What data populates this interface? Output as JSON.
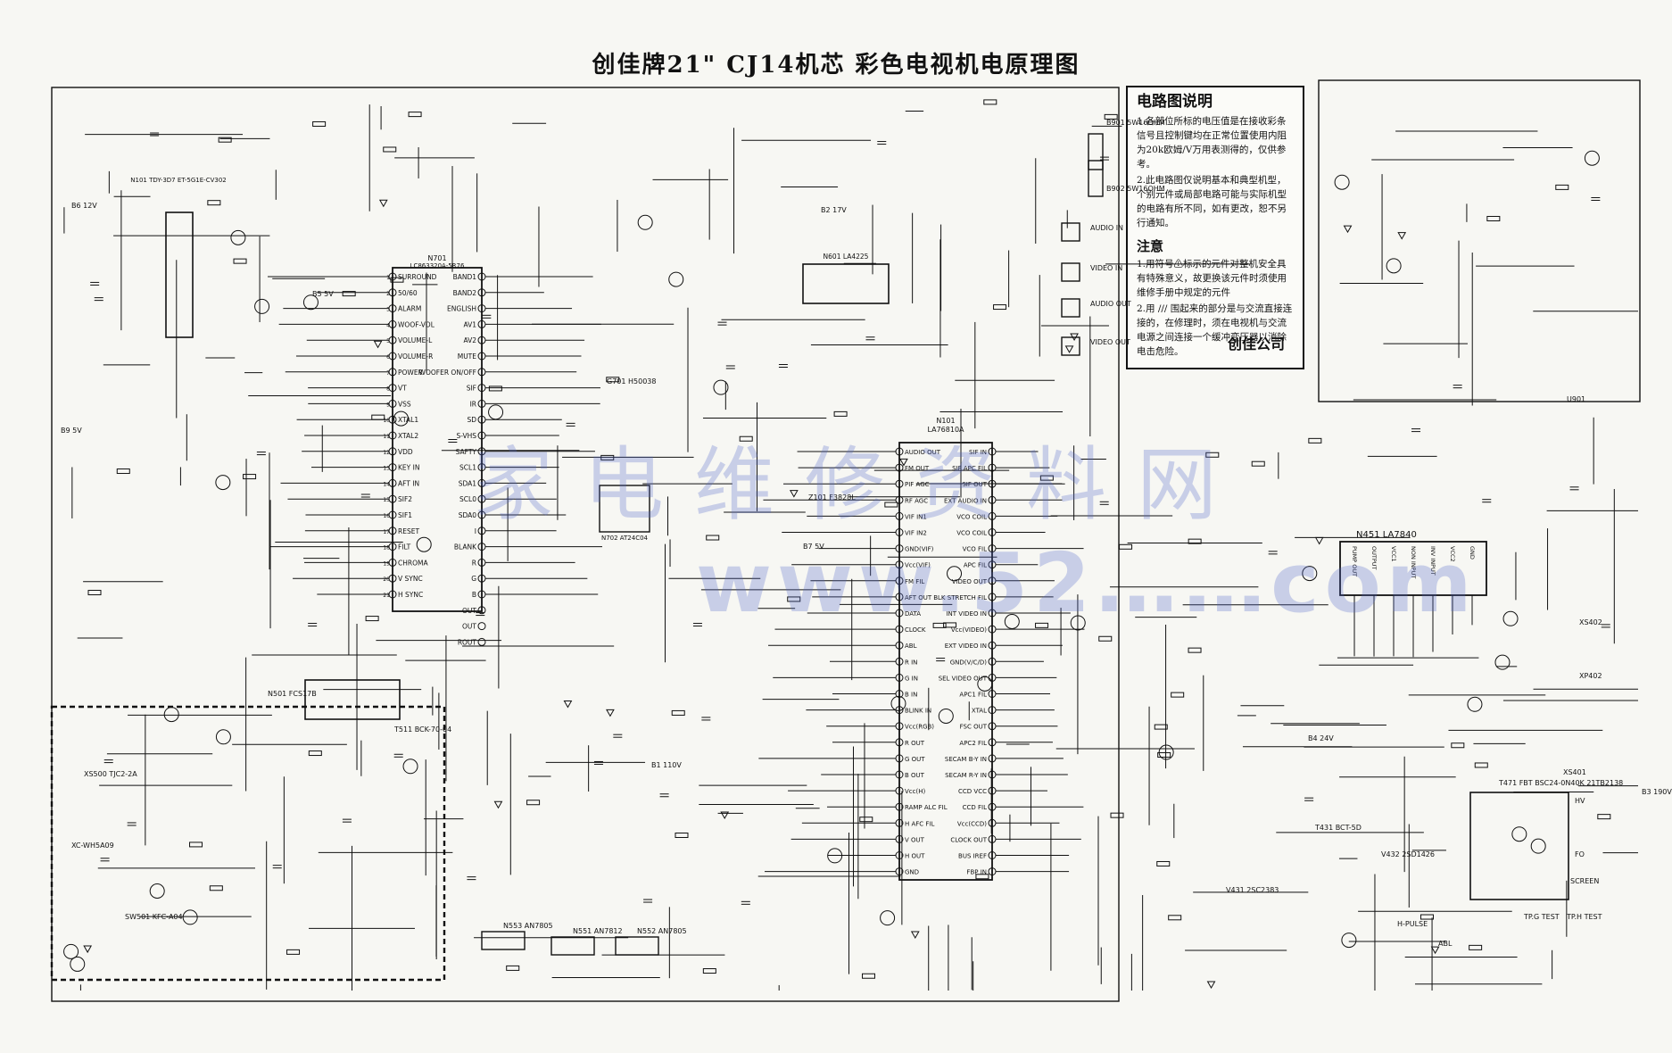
{
  "title": "创佳牌21\"   CJ14机芯   彩色电视机电原理图",
  "notes": {
    "heading": "电路图说明",
    "lines": [
      "1.各部位所标的电压值是在接收彩条信号且控制键均在正常位置使用内阻为20k欧姆/V万用表测得的，仅供参考。",
      "2.此电路图仅说明基本和典型机型，个别元件或局部电路可能与实际机型的电路有所不同，如有更改，恕不另行通知。"
    ],
    "caution_heading": "注意",
    "caution_lines": [
      "1.用符号⚠标示的元件对整机安全具有特殊意义，故更换该元件时须使用维修手册中规定的元件",
      "2.用 /// 围起来的部分是与交流直接连接的，在修理时，须在电视机与交流电源之间连接一个缓冲变压器以消除电击危险。"
    ],
    "company": "创佳公司"
  },
  "ics": {
    "cpu": {
      "ref": "N701",
      "part": "LC863320A-5R76"
    },
    "tv": {
      "ref": "N101",
      "part": "LA76810A"
    },
    "field": {
      "ref": "N451",
      "part": "LA7840"
    },
    "audio": {
      "ref": "N601",
      "part": "LA4225"
    },
    "eeprom": {
      "ref": "N702",
      "part": "AT24C04"
    },
    "tuner": {
      "ref": "N101",
      "part": "TDY-3D7 ET-5G1E-CV302"
    }
  },
  "cpu_left_pins": [
    "SURROUND",
    "50/60",
    "ALARM",
    "WOOF-VOL",
    "VOLUME-L",
    "VOLUME-R",
    "POWER",
    "VT",
    "VSS",
    "XTAL1",
    "XTAL2",
    "VDD",
    "KEY IN",
    "AFT IN",
    "SIF2",
    "SIF1",
    "RESET",
    "FILT",
    "CHROMA",
    "V SYNC",
    "H SYNC"
  ],
  "cpu_right_pins": [
    "BAND1",
    "BAND2",
    "ENGLISH",
    "AV1",
    "AV2",
    "MUTE",
    "WOOFER ON/OFF",
    "SIF",
    "IR",
    "SD",
    "S-VHS",
    "SAFTY",
    "SCL1",
    "SDA1",
    "SCL0",
    "SDA0",
    "I",
    "BLANK",
    "R",
    "G",
    "B"
  ],
  "cpu_right_pins_bottom": [
    "OUT",
    "OUT",
    "ROUT"
  ],
  "tv_right_pins": [
    "SIF IN",
    "SIF APC FIL",
    "SIF OUT",
    "EXT AUDIO IN",
    "VCO COIL",
    "VCO COIL",
    "VCO FIL",
    "APC FIL",
    "VIDEO OUT",
    "BLK STRETCH FIL",
    "INT VIDEO IN",
    "Vcc(VIDEO)",
    "EXT VIDEO IN",
    "GND(V/C/D)",
    "SEL VIDEO OUT",
    "APC1 FIL",
    "XTAL",
    "FSC OUT",
    "APC2 FIL",
    "SECAM B-Y IN",
    "SECAM R-Y IN",
    "CCD VCC",
    "CCD FIL",
    "Vcc(CCD)",
    "CLOCK OUT",
    "BUS IREF",
    "FBP IN"
  ],
  "tv_left_pins": [
    "AUDIO OUT",
    "FM OUT",
    "PIF AGC",
    "RF AGC",
    "VIF IN1",
    "VIF IN2",
    "GND(VIF)",
    "Vcc(VIF)",
    "FM FIL",
    "AFT OUT",
    "DATA",
    "CLOCK",
    "ABL",
    "R IN",
    "G IN",
    "B IN",
    "BLINK IN",
    "Vcc(RGB)",
    "R OUT",
    "G OUT",
    "B OUT",
    "Vcc(H)",
    "RAMP ALC FIL",
    "H AFC FIL",
    "V OUT",
    "H OUT",
    "GND"
  ],
  "la7840_pins": [
    "PUMP OUT",
    "OUTPUT",
    "VCC1",
    "NON INPUT",
    "INV INPUT",
    "VCC2",
    "GND"
  ],
  "labels": {
    "b6": "B6 12V",
    "b7": "B7 5V",
    "b1": "B1 110V",
    "b2": "B2 17V",
    "b3": "B3 190V",
    "b4": "B4 24V",
    "b5": "B5 5V",
    "b9": "B9 5V",
    "fbt": "T471 FBT  BSC24-0N40K 21TB2138",
    "hv": "HV",
    "fo": "FO",
    "screen": "SCREEN",
    "power_ic": "N501 FCS17B",
    "t511": "T511 BCK-70-04",
    "saw": "Z101 F3828L",
    "crystal": "G701 H50038",
    "speaker": "B901 5W16OHM",
    "speaker2": "B902 5W16OHM",
    "ac": "XS500 TJC2-2A",
    "ac_plug": "XC-WH5A09",
    "sw501": "SW501 KFC-A04",
    "audio_in": "AUDIO IN",
    "video_in": "VIDEO IN",
    "audio_out": "AUDIO OUT",
    "video_out": "VIDEO OUT",
    "n553": "N553 AN7805",
    "n551": "N551 AN7812",
    "n552": "N552 AN7805",
    "v431": "V431 2SC2383",
    "v432": "V432 2SD1426",
    "t431": "T431 BCT-5D",
    "hpulse": "H-PULSE",
    "abl": "ABL",
    "tpg": "TP.G TEST",
    "tph": "TP.H TEST",
    "u901": "U901",
    "xs401": "XS401",
    "xs402": "XS402",
    "xp402": "XP402",
    "cpu_ref_mark": "N701"
  },
  "watermark": {
    "line1": "家电维修资料网",
    "line2": "www.52……com"
  }
}
